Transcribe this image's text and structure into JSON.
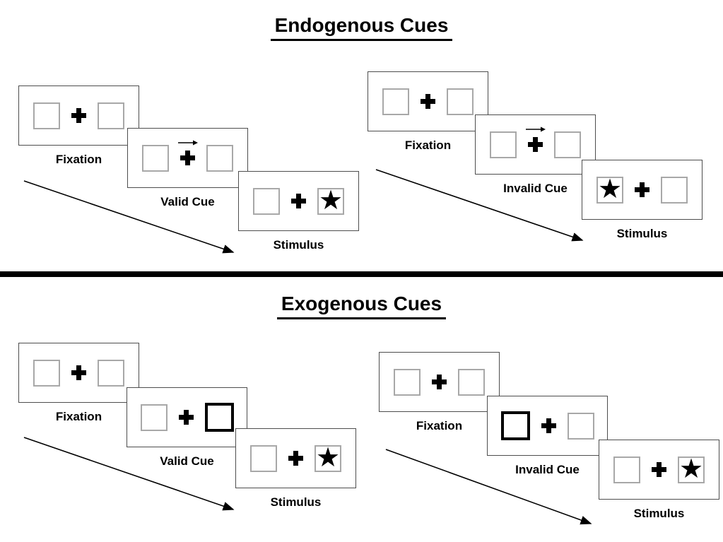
{
  "page": {
    "background": "#ffffff"
  },
  "colors": {
    "ink": "#000000",
    "panel_border": "#4d4d4d",
    "box_border": "#a8a8a8",
    "divider": "#000000"
  },
  "glyphs": {
    "star": "★"
  },
  "sections": [
    {
      "title": "Endogenous Cues",
      "groups": [
        {
          "name": "valid",
          "panels": [
            {
              "label": "Fixation",
              "left_box": "empty",
              "right_box": "empty",
              "cue": "none"
            },
            {
              "label": "Valid Cue",
              "left_box": "empty",
              "right_box": "empty",
              "cue": "arrow-right-above-fixation-cross"
            },
            {
              "label": "Stimulus",
              "left_box": "empty",
              "right_box": "star",
              "cue": "none"
            }
          ]
        },
        {
          "name": "invalid",
          "panels": [
            {
              "label": "Fixation",
              "left_box": "empty",
              "right_box": "empty",
              "cue": "none"
            },
            {
              "label": "Invalid Cue",
              "left_box": "empty",
              "right_box": "empty",
              "cue": "arrow-right-above-fixation-cross"
            },
            {
              "label": "Stimulus",
              "left_box": "star",
              "right_box": "empty",
              "cue": "none"
            }
          ]
        }
      ]
    },
    {
      "title": "Exogenous Cues",
      "groups": [
        {
          "name": "valid",
          "panels": [
            {
              "label": "Fixation",
              "left_box": "empty",
              "right_box": "empty",
              "cue": "none"
            },
            {
              "label": "Valid Cue",
              "left_box": "empty",
              "right_box": "empty-bold-outline",
              "cue": "bold-right-box"
            },
            {
              "label": "Stimulus",
              "left_box": "empty",
              "right_box": "star",
              "cue": "none"
            }
          ]
        },
        {
          "name": "invalid",
          "panels": [
            {
              "label": "Fixation",
              "left_box": "empty",
              "right_box": "empty",
              "cue": "none"
            },
            {
              "label": "Invalid Cue",
              "left_box": "empty-bold-outline",
              "right_box": "empty",
              "cue": "bold-left-box"
            },
            {
              "label": "Stimulus",
              "left_box": "empty",
              "right_box": "star",
              "cue": "none"
            }
          ]
        }
      ]
    }
  ]
}
